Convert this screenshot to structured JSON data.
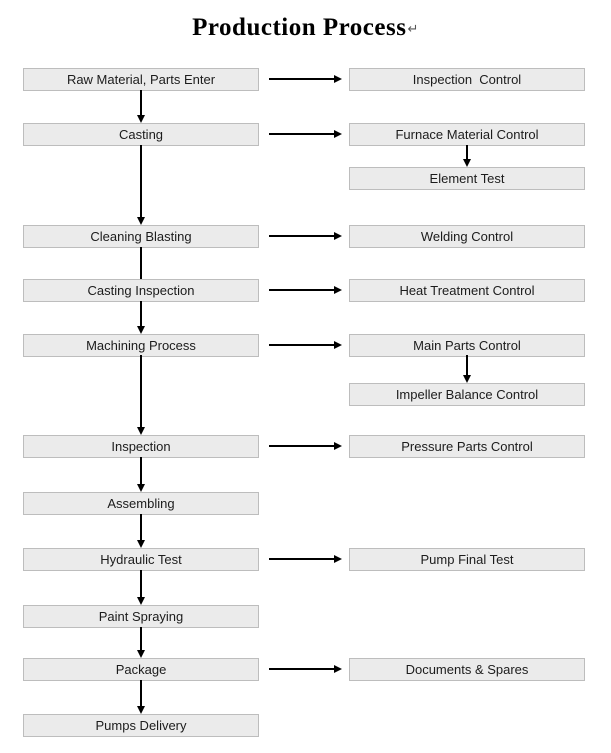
{
  "title": {
    "text": "Production Process",
    "paragraph_mark": "↵"
  },
  "colors": {
    "background": "#ffffff",
    "box_fill": "#ebebeb",
    "box_border": "#bdbdbd",
    "line": "#000000",
    "text": "#1c1c1c"
  },
  "flow": {
    "left": [
      {
        "label": "Raw Material, Parts Enter"
      },
      {
        "label": "Casting"
      },
      {
        "label": "Cleaning Blasting"
      },
      {
        "label": "Casting Inspection"
      },
      {
        "label": "Machining Process"
      },
      {
        "label": "Inspection"
      },
      {
        "label": "Assembling"
      },
      {
        "label": "Hydraulic Test"
      },
      {
        "label": "Paint Spraying"
      },
      {
        "label": "Package"
      },
      {
        "label": "Pumps Delivery"
      }
    ],
    "right": [
      {
        "label": "Inspection  Control"
      },
      {
        "label": "Furnace Material Control"
      },
      {
        "label": "Element Test"
      },
      {
        "label": "Welding Control"
      },
      {
        "label": "Heat Treatment Control"
      },
      {
        "label": "Main Parts Control"
      },
      {
        "label": "Impeller Balance Control"
      },
      {
        "label": "Pressure Parts Control"
      },
      {
        "label": "Pump Final Test"
      },
      {
        "label": "Documents & Spares"
      }
    ],
    "links": [
      {
        "from": "Raw Material, Parts Enter",
        "to": "Casting",
        "type": "arrow"
      },
      {
        "from": "Casting",
        "to": "Cleaning Blasting",
        "type": "arrow"
      },
      {
        "from": "Cleaning Blasting",
        "to": "Casting Inspection",
        "type": "line"
      },
      {
        "from": "Casting Inspection",
        "to": "Machining Process",
        "type": "arrow"
      },
      {
        "from": "Machining Process",
        "to": "Inspection",
        "type": "arrow"
      },
      {
        "from": "Inspection",
        "to": "Assembling",
        "type": "arrow"
      },
      {
        "from": "Assembling",
        "to": "Hydraulic Test",
        "type": "arrow"
      },
      {
        "from": "Hydraulic Test",
        "to": "Paint Spraying",
        "type": "arrow"
      },
      {
        "from": "Paint Spraying",
        "to": "Package",
        "type": "arrow"
      },
      {
        "from": "Package",
        "to": "Pumps Delivery",
        "type": "arrow"
      },
      {
        "from": "Raw Material, Parts Enter",
        "to": "Inspection  Control",
        "type": "arrow"
      },
      {
        "from": "Casting",
        "to": "Furnace Material Control",
        "type": "arrow"
      },
      {
        "from": "Furnace Material Control",
        "to": "Element Test",
        "type": "arrow"
      },
      {
        "from": "Cleaning Blasting",
        "to": "Welding Control",
        "type": "arrow"
      },
      {
        "from": "Casting Inspection",
        "to": "Heat Treatment Control",
        "type": "arrow"
      },
      {
        "from": "Machining Process",
        "to": "Main Parts Control",
        "type": "arrow"
      },
      {
        "from": "Main Parts Control",
        "to": "Impeller Balance Control",
        "type": "arrow"
      },
      {
        "from": "Inspection",
        "to": "Pressure Parts Control",
        "type": "arrow"
      },
      {
        "from": "Hydraulic Test",
        "to": "Pump Final Test",
        "type": "arrow"
      },
      {
        "from": "Package",
        "to": "Documents & Spares",
        "type": "arrow"
      }
    ]
  }
}
